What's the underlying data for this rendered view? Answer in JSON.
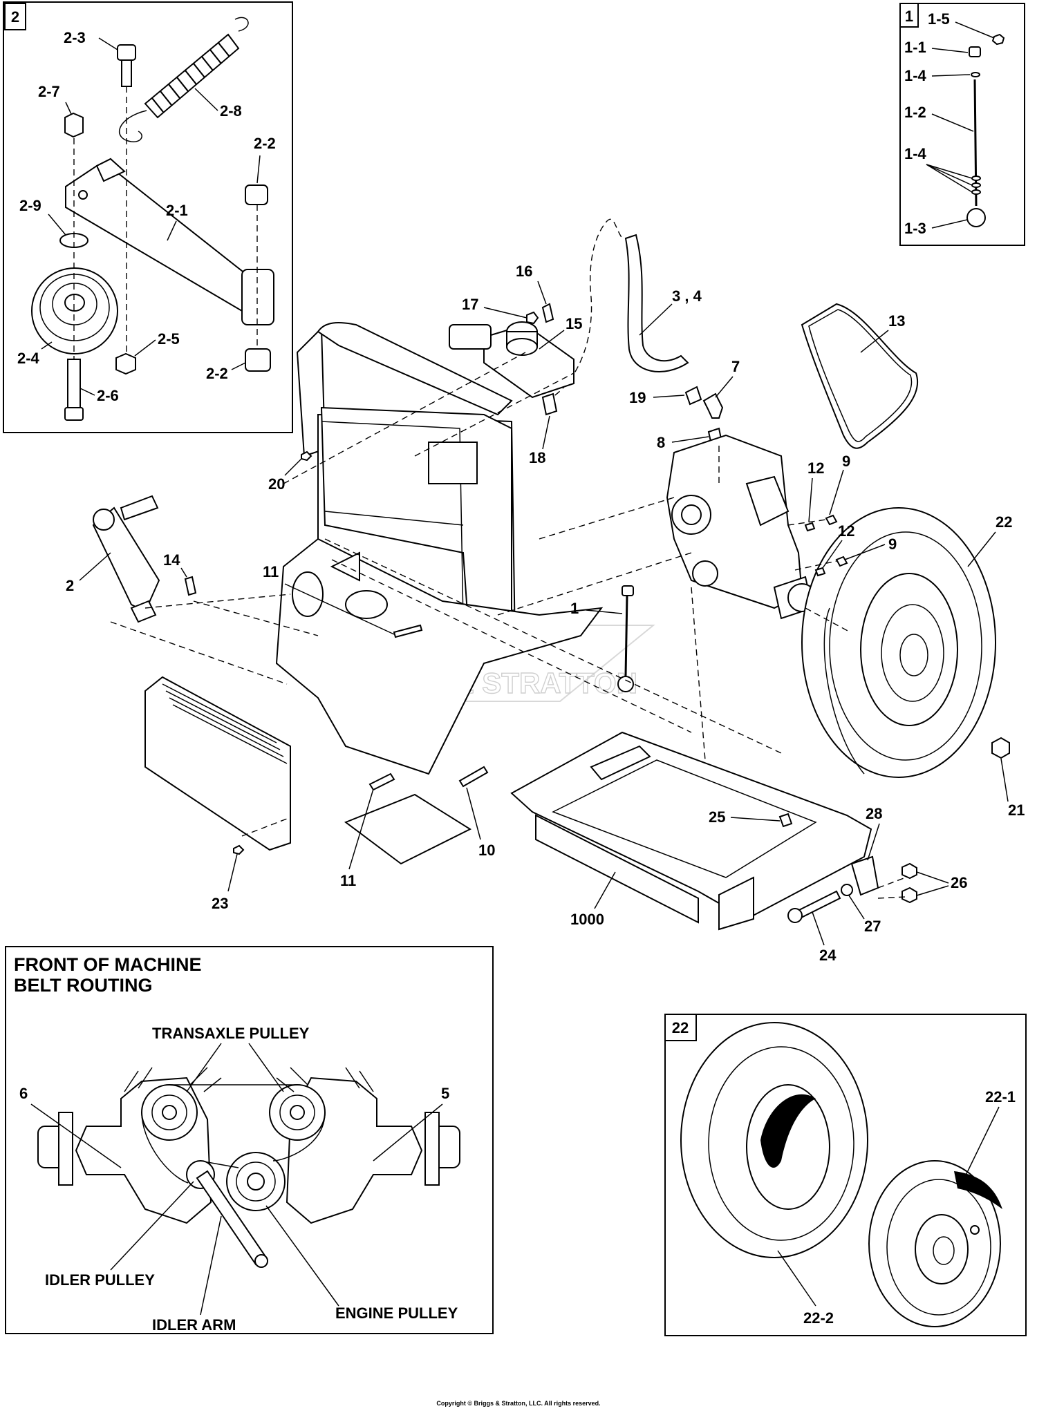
{
  "insets": {
    "inset_2": {
      "label": "2"
    },
    "inset_1": {
      "label": "1"
    },
    "inset_22": {
      "label": "22"
    },
    "belt_routing": {
      "heading_line1": "FRONT OF MACHINE",
      "heading_line2": "BELT ROUTING",
      "labels": {
        "transaxle_pulley": "TRANSAXLE PULLEY",
        "idler_pulley": "IDLER PULLEY",
        "idler_arm": "IDLER ARM",
        "engine_pulley": "ENGINE PULLEY",
        "num_6": "6",
        "num_5": "5"
      }
    }
  },
  "callouts": {
    "c2_3": "2-3",
    "c2_7": "2-7",
    "c2_8": "2-8",
    "c2_2a": "2-2",
    "c2_9": "2-9",
    "c2_1": "2-1",
    "c2_5": "2-5",
    "c2_4": "2-4",
    "c2_2b": "2-2",
    "c2_6": "2-6",
    "c1_5": "1-5",
    "c1_1": "1-1",
    "c1_4a": "1-4",
    "c1_2": "1-2",
    "c1_4b": "1-4",
    "c1_3": "1-3",
    "c16": "16",
    "c17": "17",
    "c15": "15",
    "c3_4": "3 , 4",
    "c13": "13",
    "c7": "7",
    "c19": "19",
    "c18": "18",
    "c8": "8",
    "c20": "20",
    "c12a": "12",
    "c9a": "9",
    "c12b": "12",
    "c9b": "9",
    "c22": "22",
    "c2": "2",
    "c14": "14",
    "c11a": "11",
    "c1": "1",
    "c21": "21",
    "c25": "25",
    "c28": "28",
    "c10": "10",
    "c11b": "11",
    "c26": "26",
    "c23": "23",
    "c27": "27",
    "c1000": "1000",
    "c24": "24",
    "c22_1": "22-1",
    "c22_2": "22-2"
  },
  "watermark": "BRIGGS & STRATTON",
  "copyright": "Copyright © Briggs & Stratton, LLC. All rights reserved."
}
